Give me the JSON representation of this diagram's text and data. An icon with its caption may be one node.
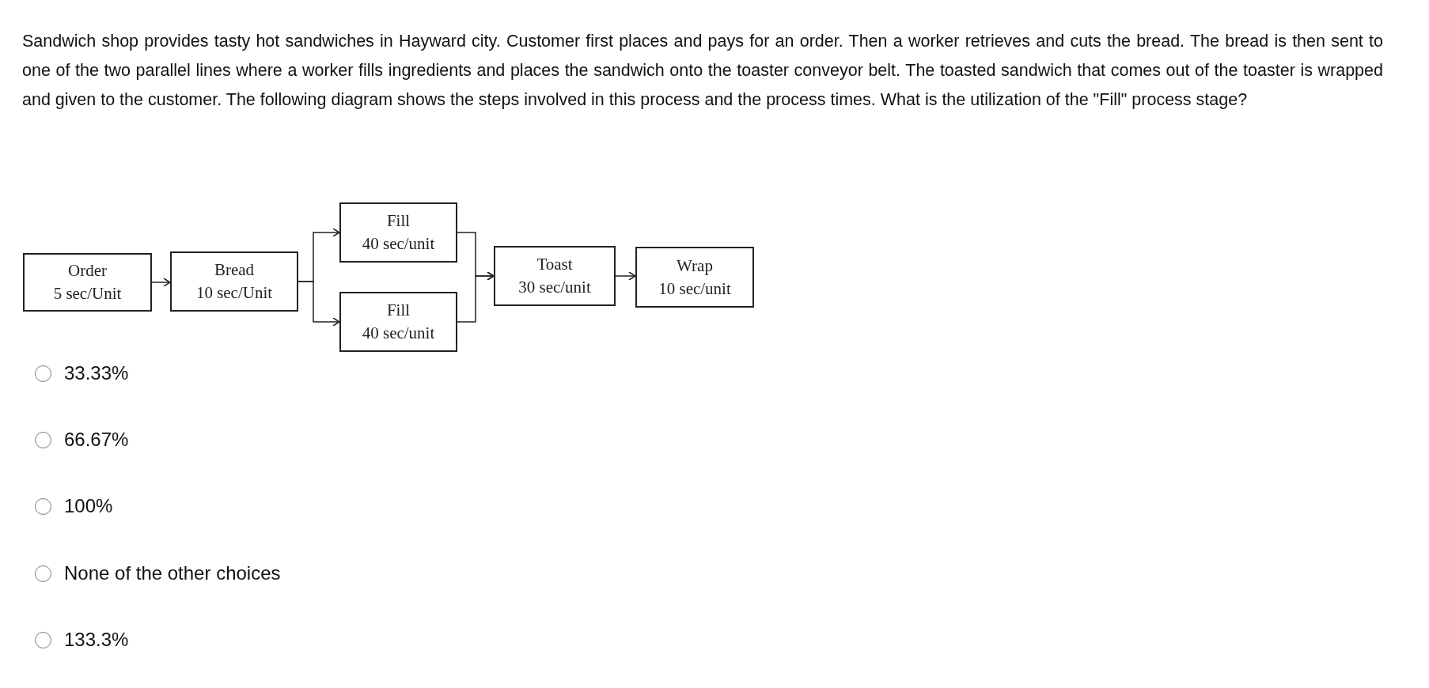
{
  "diagram": {
    "title": "Sandwich shop provides tasty hot sandwiches in Hayward city. Customer first places and pays for an order. Then a worker retrieves and cuts the bread. The bread is then sent to one of the two parallel lines where a worker fills ingredients and places the sandwich onto the toaster conveyor belt. The toasted sandwich that comes out of the toaster is wrapped and given to the customer. The following diagram shows the steps involved in this process and the process times. What is the utilization of the \"Fill\" process stage?",
    "nodes": [
      {
        "text": [
          "Order",
          "5 sec/Unit"
        ]
      },
      {
        "text": [
          "Bread",
          "10 sec/Unit"
        ]
      },
      {
        "text": [
          "Fill",
          "40 sec/unit"
        ]
      },
      {
        "text": [
          "Fill",
          "40 sec/unit"
        ]
      },
      {
        "text": [
          "Toast",
          "30 sec/unit"
        ]
      },
      {
        "text": [
          "Wrap",
          "10 sec/unit"
        ]
      }
    ],
    "edges": [
      {
        "from": 0,
        "to": 1,
        "arrow": "to"
      },
      {
        "from": 1,
        "to": 2,
        "arrow": "to"
      },
      {
        "from": 1,
        "to": 3,
        "arrow": "to"
      },
      {
        "from": 2,
        "to": 4,
        "arrow": "to"
      },
      {
        "from": 3,
        "to": 4,
        "arrow": "to"
      },
      {
        "from": 4,
        "to": 5,
        "arrow": "to"
      }
    ],
    "labels": [
      "33.33%",
      "66.67%",
      "100%",
      "None of the other choices",
      "133.3%"
    ]
  }
}
